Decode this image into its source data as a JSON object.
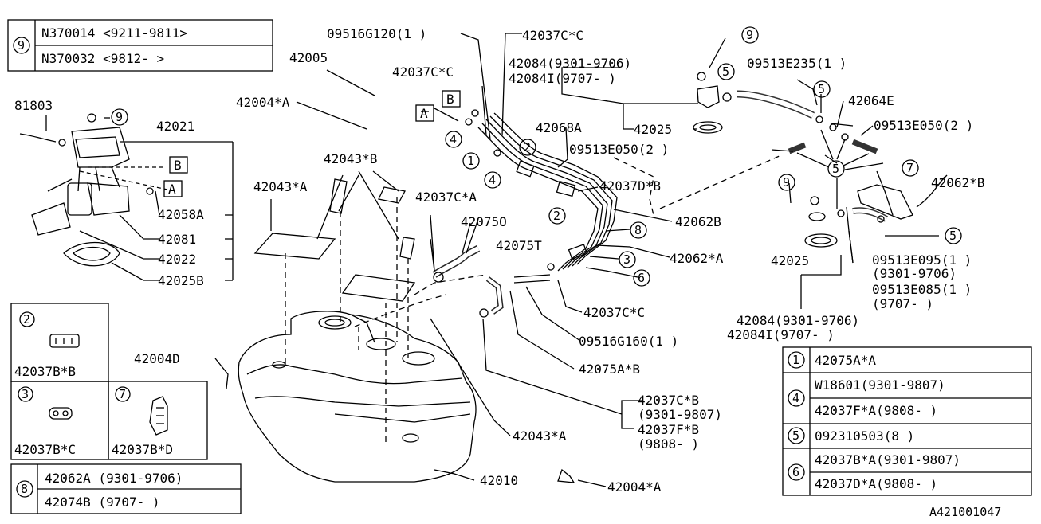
{
  "diagram_id": "A421001047",
  "part_labels": {
    "p09516G120": "09516G120(1 )",
    "p42037CC_top": "42037C*C",
    "p42005": "42005",
    "p42037CC_mid": "42037C*C",
    "p42084_a": "42084(9301-9706)",
    "p42084I_a": "42084I(9707- )",
    "p09513E235": "09513E235(1 )",
    "p42064E": "42064E",
    "p81803": "81803",
    "p42021": "42021",
    "p42004A_top": "42004*A",
    "p42025_top": "42025",
    "p09513E050_a": "09513E050(2 )",
    "p42068A": "42068A",
    "p09513E050_b": "09513E050(2 )",
    "p42043B": "42043*B",
    "p42043A_left": "42043*A",
    "p42037CA": "42037C*A",
    "p42037DB": "42037D*B",
    "p42062B_right": "42062*B",
    "p42058A": "42058A",
    "p42062B": "42062B",
    "p42075O": "42075O",
    "p42081": "42081",
    "p42075T": "42075T",
    "p42062A_mid": "42062*A",
    "p42022": "42022",
    "p42025_mid": "42025",
    "p42025B": "42025B",
    "p09513E095": "09513E095(1 )",
    "p09513E095_r": "(9301-9706)",
    "p09513E085": "09513E085(1 )",
    "p09513E085_r": "(9707- )",
    "p42037CC_low": "42037C*C",
    "p42084_b": "42084(9301-9706)",
    "p42084I_b": "42084I(9707- )",
    "p09516G160": "09516G160(1 )",
    "p42004D": "42004D",
    "p42075AB": "42075A*B",
    "p42037CB": "42037C*B",
    "p42037CB_r": "(9301-9807)",
    "p42037FB": "42037F*B",
    "p42037FB_r": "(9808- )",
    "p42043A_low": "42043*A",
    "p42010": "42010",
    "p42004A_low": "42004*A"
  },
  "callout_letters": {
    "A": "A",
    "B": "B"
  },
  "callout_numbers": {
    "n1": "1",
    "n2": "2",
    "n3": "3",
    "n4": "4",
    "n5": "5",
    "n6": "6",
    "n7": "7",
    "n8": "8",
    "n9": "9"
  },
  "table_9": {
    "key": "9",
    "rows": [
      "N370014 <9211-9811>",
      "N370032 <9812- >"
    ]
  },
  "table_8": {
    "key": "8",
    "rows": [
      "42062A (9301-9706)",
      "42074B (9707- )"
    ]
  },
  "thumb_boxes": [
    {
      "key": "2",
      "label": "42037B*B"
    },
    {
      "key": "3",
      "label": "42037B*C"
    },
    {
      "key": "7",
      "label": "42037B*D"
    }
  ],
  "legend_right": {
    "r1": {
      "key": "1",
      "text": "42075A*A"
    },
    "r4a": {
      "key": "4",
      "text": "W18601(9301-9807)"
    },
    "r4b": {
      "text": "42037F*A(9808- )"
    },
    "r5": {
      "key": "5",
      "text": "092310503(8 )"
    },
    "r6a": {
      "key": "6",
      "text": "42037B*A(9301-9807)"
    },
    "r6b": {
      "text": "42037D*A(9808- )"
    }
  }
}
